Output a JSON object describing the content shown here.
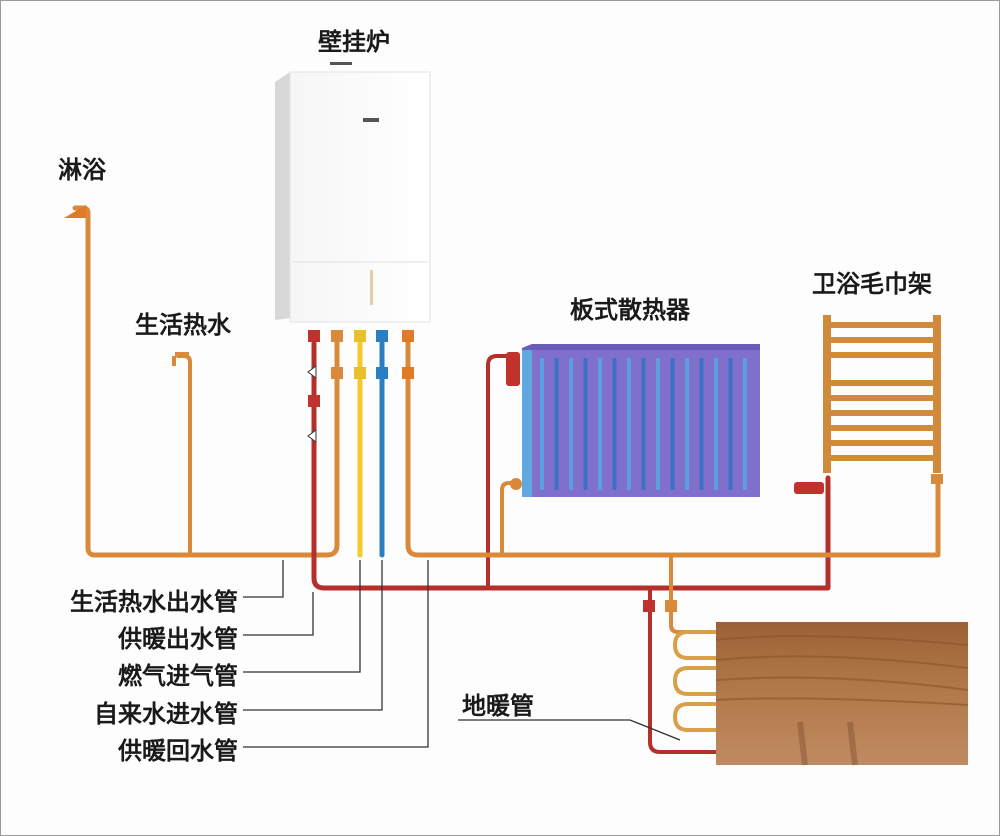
{
  "title": "壁挂炉",
  "fixtures": {
    "shower": "淋浴",
    "hot_tap": "生活热水",
    "radiator": "板式散热器",
    "towel_rack": "卫浴毛巾架",
    "floor_heating": "地暖管"
  },
  "pipe_legend": [
    {
      "label": "生活热水出水管",
      "color": "#d9893a"
    },
    {
      "label": "供暖出水管",
      "color": "#c0322c"
    },
    {
      "label": "燃气进气管",
      "color": "#f2cc2e"
    },
    {
      "label": "自来水进水管",
      "color": "#2a7fc4"
    },
    {
      "label": "供暖回水管",
      "color": "#d9893a"
    }
  ],
  "colors": {
    "hot_water": "#d9893a",
    "heating_supply": "#b5302a",
    "gas": "#f2cc2e",
    "cold_water": "#2a7fc4",
    "radiator_body": "#7b6fc9",
    "floor_wood": "#a8703f"
  }
}
